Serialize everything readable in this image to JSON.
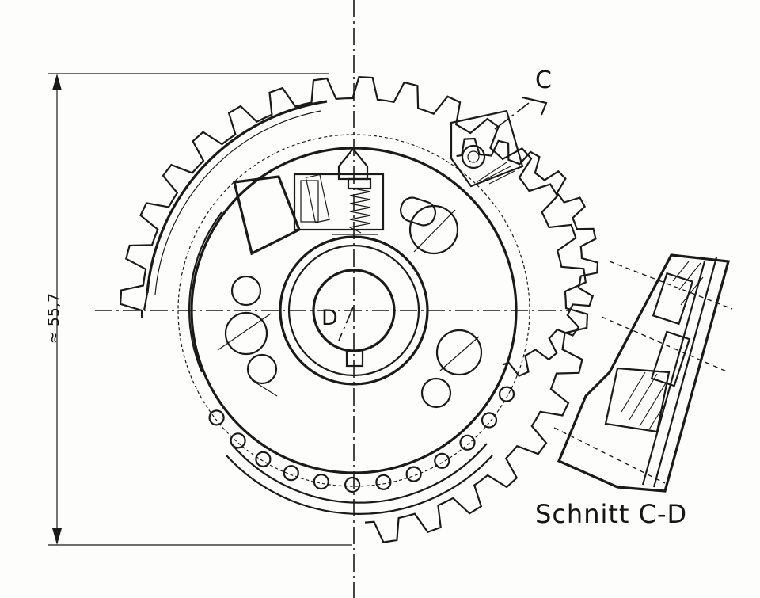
{
  "labels": {
    "section_arrow": "C",
    "section_point": "D",
    "section_title": "Schnitt C-D",
    "dimension": "≈ 55,7"
  },
  "colors": {
    "ink": "#1a1a1a",
    "paper": "#fdfdfb"
  }
}
